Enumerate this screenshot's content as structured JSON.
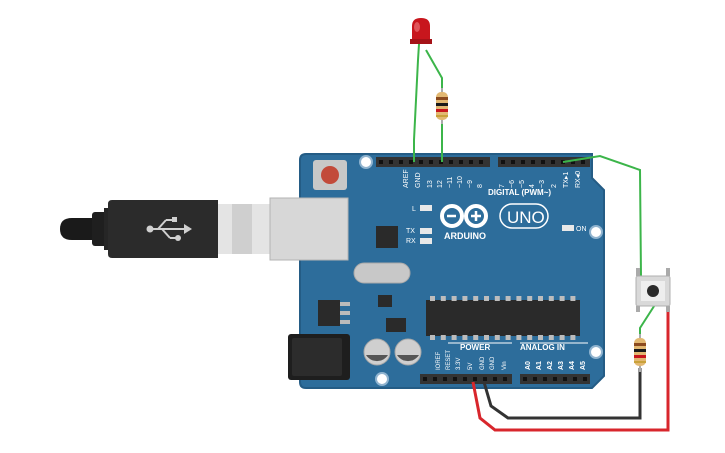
{
  "board": {
    "brand": "ARDUINO",
    "model": "UNO",
    "digital_label": "DIGITAL (PWM~)",
    "power_label": "POWER",
    "analog_label": "ANALOG IN",
    "on_label": "ON",
    "l_label": "L",
    "tx_label": "TX",
    "rx_label": "RX",
    "top_pins": [
      "AREF",
      "GND",
      "13",
      "12",
      "~11",
      "~10",
      "~9",
      "8",
      "7",
      "~6",
      "~5",
      "4",
      "~3",
      "2",
      "TX▸1",
      "RX◂0"
    ],
    "power_pins": [
      "IOREF",
      "RESET",
      "3.3V",
      "5V",
      "GND",
      "GND",
      "Vin"
    ],
    "analog_pins": [
      "A0",
      "A1",
      "A2",
      "A3",
      "A4",
      "A5"
    ]
  },
  "colors": {
    "board": "#2d6d9b",
    "board_edge": "#245c85",
    "wire_green": "#3cb54a",
    "wire_red": "#d8262c",
    "wire_black": "#333333",
    "led": "#c8161d",
    "header": "#333333"
  },
  "components": {
    "led": "led-red",
    "resistor_led": "resistor",
    "resistor_button": "resistor",
    "button": "push-button",
    "usb": "usb-b-cable"
  }
}
